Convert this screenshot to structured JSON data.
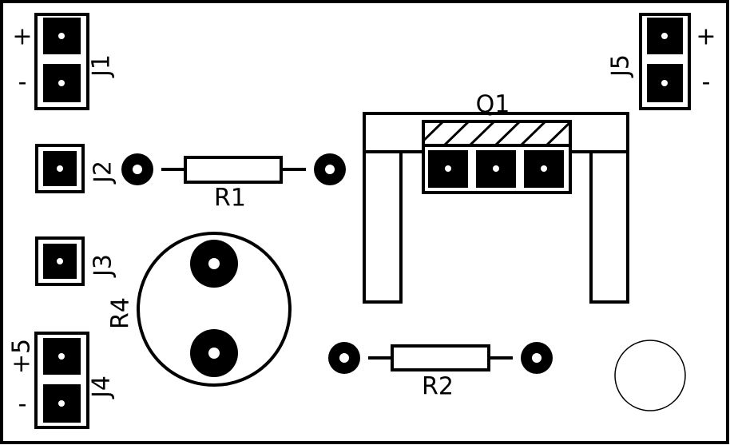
{
  "colors": {
    "background": "#ffffff",
    "ink": "#000000"
  },
  "labels": {
    "j1": "J1",
    "j1_plus": "+",
    "j1_minus": "-",
    "j2": "J2",
    "j3": "J3",
    "j4": "J4",
    "j4_plus": "+5",
    "j4_minus": "-",
    "j5": "J5",
    "j5_plus": "+",
    "j5_minus": "-",
    "r1": "R1",
    "r2": "R2",
    "r4": "R4",
    "q1": "Q1"
  }
}
